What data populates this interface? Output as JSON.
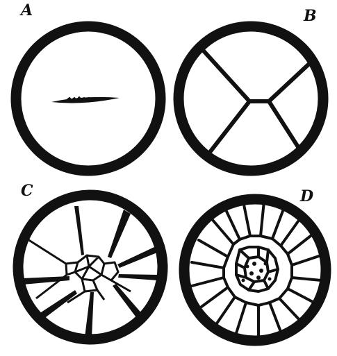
{
  "figure": {
    "panels": [
      {
        "id": "A",
        "label": "A"
      },
      {
        "id": "B",
        "label": "B"
      },
      {
        "id": "C",
        "label": "C"
      },
      {
        "id": "D",
        "label": "D"
      }
    ],
    "ink_color": "#111111",
    "background_color": "#ffffff"
  }
}
